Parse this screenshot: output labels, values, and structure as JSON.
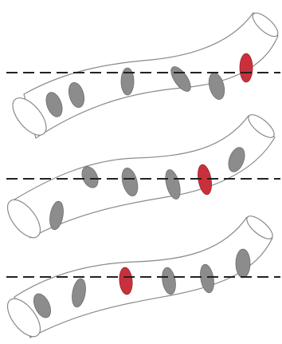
{
  "colors": {
    "background": "#ffffff",
    "tube_outline": "#8a8a8a",
    "cell_grey": "#8c8c8c",
    "cell_red": "#c8313c",
    "dashed_line": "#222222"
  },
  "panels": [
    {
      "name": "panel-1",
      "highlighted_cell_index": 5,
      "cell_count": 6
    },
    {
      "name": "panel-2",
      "highlighted_cell_index": 4,
      "cell_count": 6
    },
    {
      "name": "panel-3",
      "highlighted_cell_index": 2,
      "cell_count": 6
    }
  ]
}
